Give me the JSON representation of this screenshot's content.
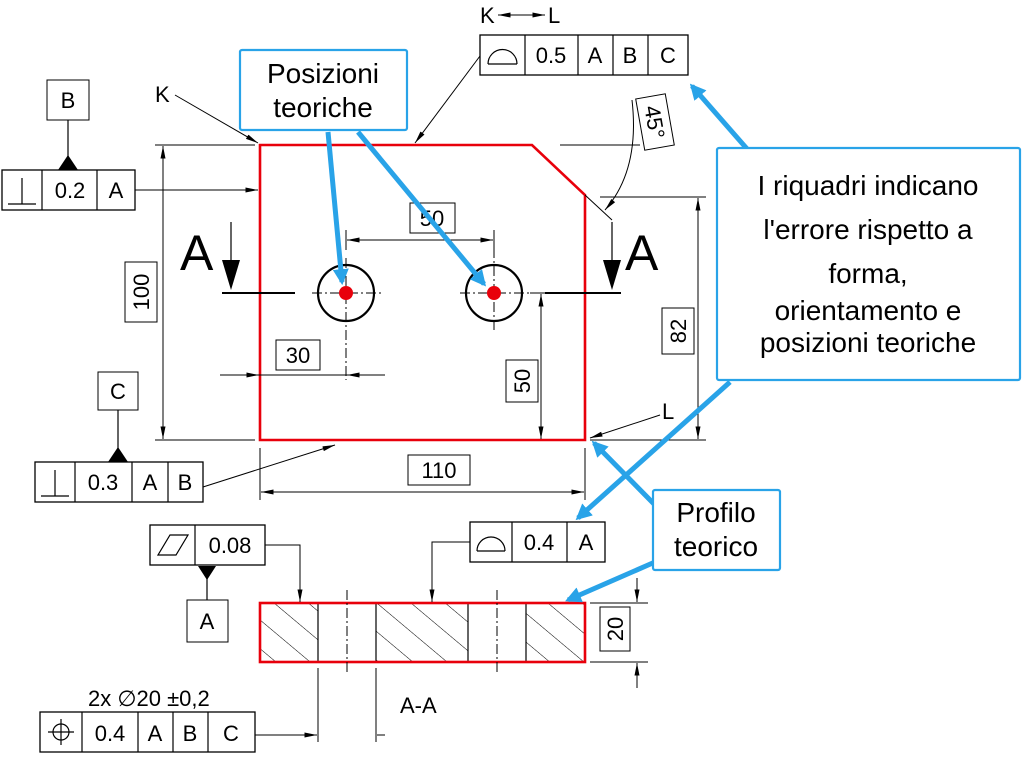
{
  "colors": {
    "part_outline": "#e8000b",
    "callout": "#29a3e8"
  },
  "labels": {
    "K": "K",
    "L": "L",
    "section_letter": "A",
    "section_name": "A-A",
    "hole_spec": "2x ∅20 ±0,2"
  },
  "dimensions": {
    "height": "100",
    "height_right": "82",
    "hole_spacing": "50",
    "hole_x": "30",
    "hole_y": "50",
    "width": "110",
    "chamfer_angle": "45°",
    "thickness": "20"
  },
  "datums": {
    "B": "B",
    "C": "C",
    "A": "A"
  },
  "fcf": {
    "top_profile": {
      "symbol": "surface-profile",
      "cells": [
        "0.5",
        "A",
        "B",
        "C"
      ]
    },
    "perp_B": {
      "symbol": "perpendicularity",
      "cells": [
        "0.2",
        "A"
      ]
    },
    "perp_C": {
      "symbol": "perpendicularity",
      "cells": [
        "0.3",
        "A",
        "B"
      ]
    },
    "flatness": {
      "symbol": "flatness",
      "cells": [
        "0.08"
      ]
    },
    "section_profile": {
      "symbol": "surface-profile",
      "cells": [
        "0.4",
        "A"
      ]
    },
    "position": {
      "symbol": "position",
      "cells": [
        "0.4",
        "A",
        "B",
        "C"
      ]
    }
  },
  "callouts": {
    "positions": [
      "Posizioni",
      "teoriche"
    ],
    "note": [
      "I riquadri indicano",
      "l'errore rispetto a",
      "forma,",
      "orientamento e",
      "posizioni teoriche"
    ],
    "profile": [
      "Profilo",
      "teorico"
    ]
  }
}
